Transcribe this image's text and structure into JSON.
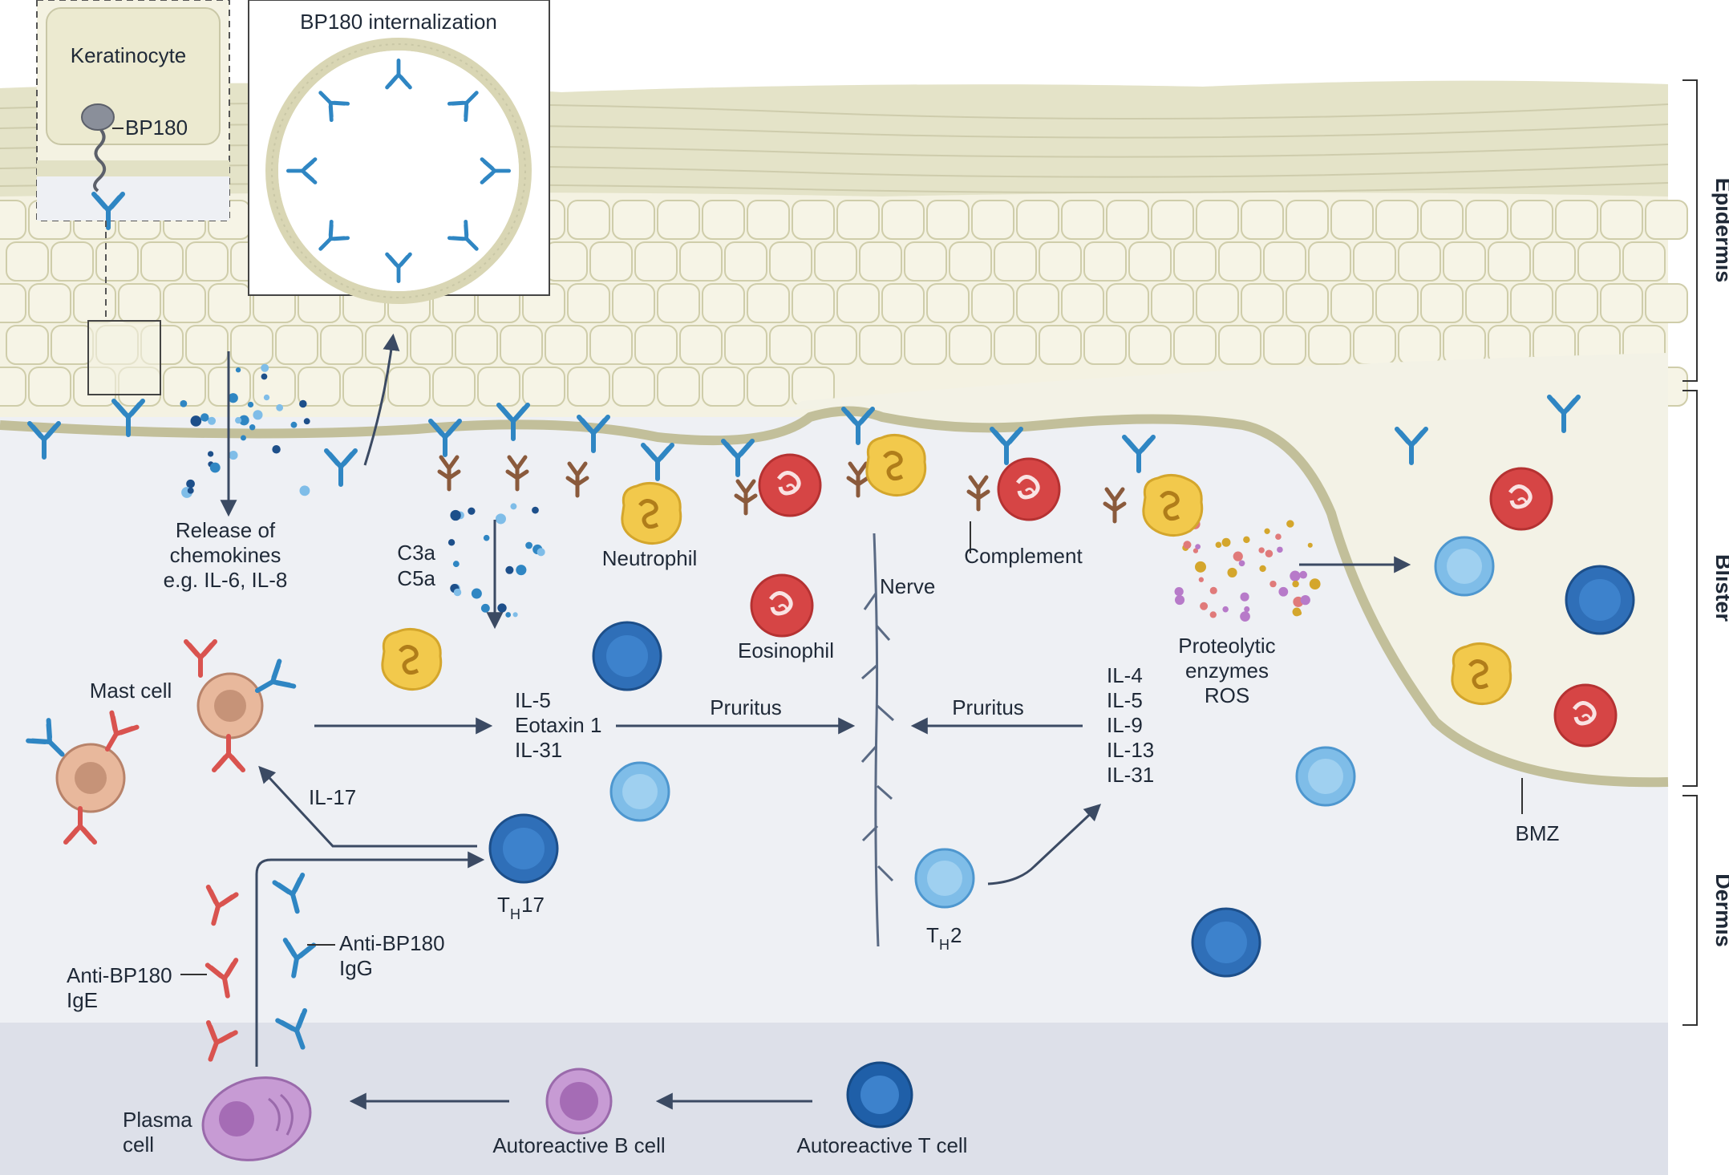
{
  "title": "",
  "colors": {
    "epidermis_cell": "#f4f2e2",
    "epidermis_outline": "#c9c7a6",
    "stratum_band": "#e2e1c5",
    "blister_fluid": "#f3f2e6",
    "dermis": "#eef0f4",
    "deep_dermis": "#dde0e9",
    "igg_antibody": "#2f86c3",
    "ige_antibody": "#d9534f",
    "complement": "#8a5a3c",
    "eosinophil": "#d64545",
    "neutrophil": "#f2c94c",
    "t_cell": "#2f6fb8",
    "b_cell": "#a56cb5",
    "arrow": "#3b4a63",
    "bmz_line": "#c2bf9a"
  },
  "insets": {
    "keratinocyte": {
      "title": "Keratinocyte",
      "label": "BP180"
    },
    "internalization": {
      "title": "BP180 internalization"
    }
  },
  "regions": {
    "epidermis": "Epidermis",
    "blister": "Blister",
    "dermis": "Dermis"
  },
  "labels": {
    "release_1": "Release of",
    "release_2": "chemokines",
    "release_3": "e.g. IL-6, IL-8",
    "c3a": "C3a",
    "c5a": "C5a",
    "neutrophil": "Neutrophil",
    "eosinophil": "Eosinophil",
    "nerve": "Nerve",
    "complement": "Complement",
    "proteolytic_1": "Proteolytic",
    "proteolytic_2": "enzymes",
    "proteolytic_3": "ROS",
    "mast_cell": "Mast cell",
    "il5": "IL-5",
    "eotaxin": "Eotaxin 1",
    "il31": "IL-31",
    "pruritus_left": "Pruritus",
    "pruritus_right": "Pruritus",
    "th2_cytokines": [
      "IL-4",
      "IL-5",
      "IL-9",
      "IL-13",
      "IL-31"
    ],
    "il17": "IL-17",
    "th17_main": "T",
    "th17_sub": "H",
    "th17_num": "17",
    "th2_main": "T",
    "th2_sub": "H",
    "th2_num": "2",
    "bmz": "BMZ",
    "anti_igg_1": "Anti-BP180",
    "anti_igg_2": "IgG",
    "anti_ige_1": "Anti-BP180",
    "anti_ige_2": "IgE",
    "plasma_1": "Plasma",
    "plasma_2": "cell",
    "b_cell": "Autoreactive B cell",
    "t_cell": "Autoreactive T cell"
  }
}
